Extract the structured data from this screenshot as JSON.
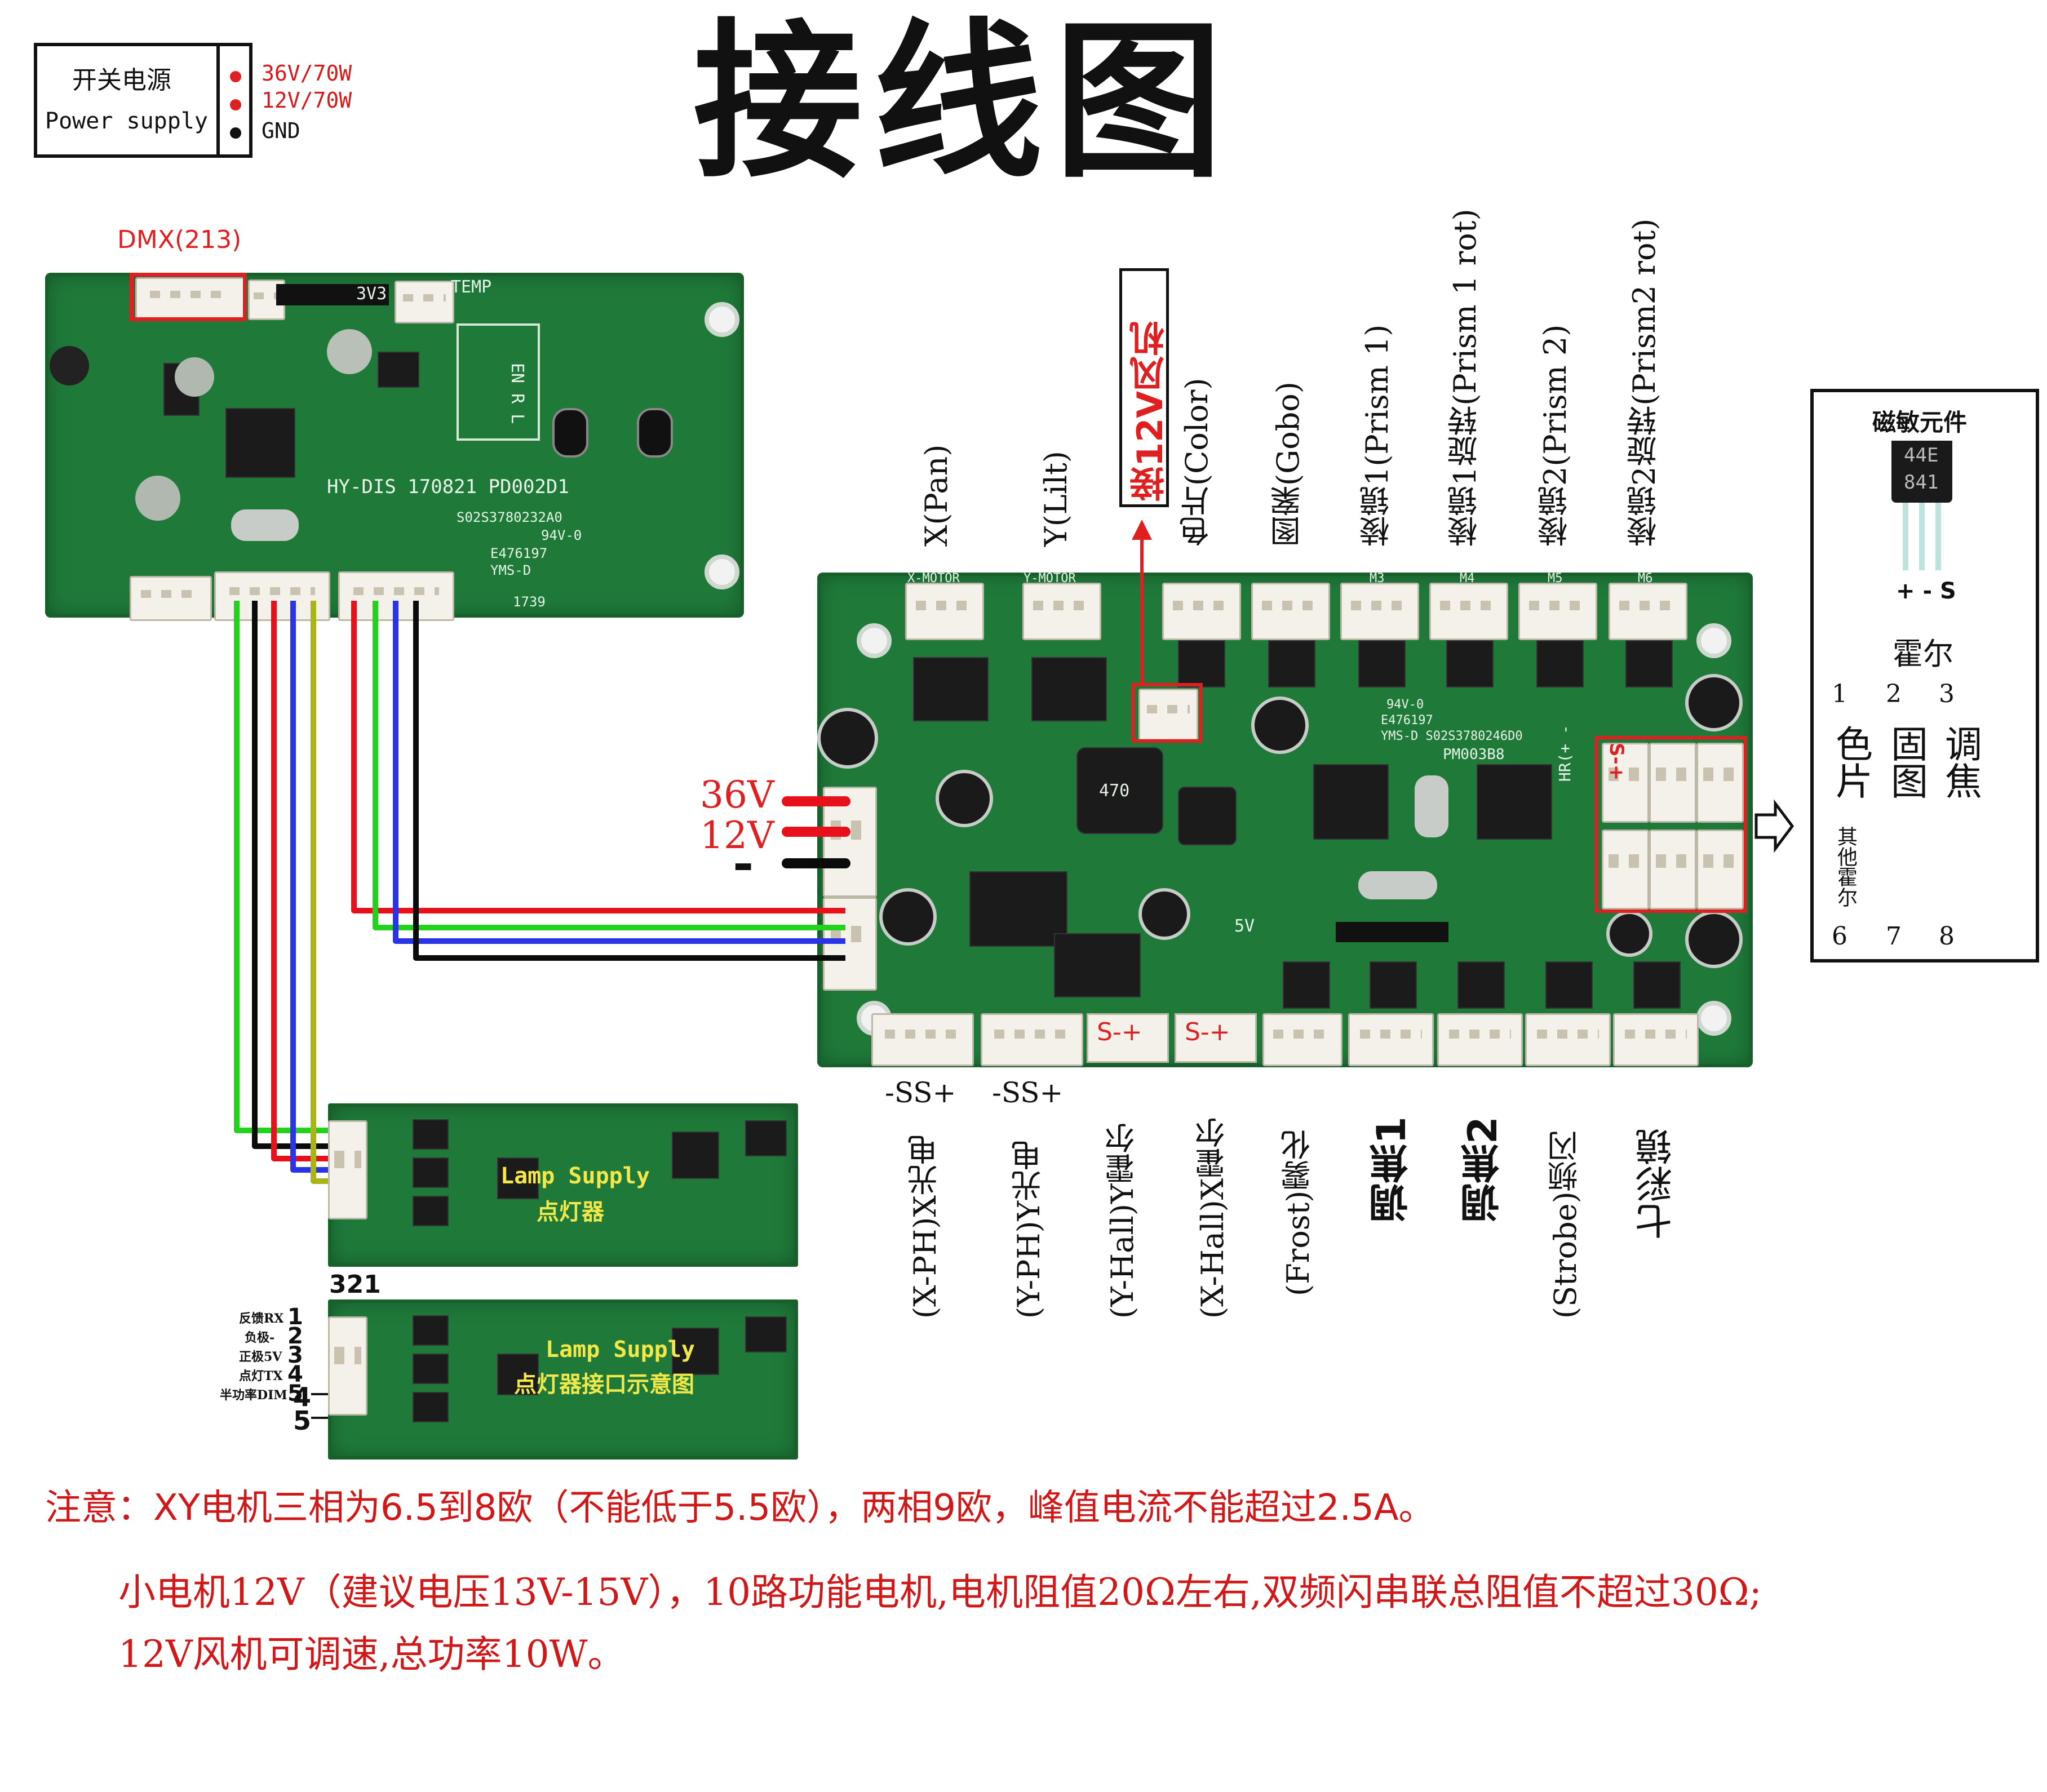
{
  "title": "接线图",
  "power_box": {
    "label_cn": "开关电源",
    "label_en": "Power supply",
    "outputs": [
      "36V/70W",
      "12V/70W",
      "GND"
    ]
  },
  "dmx_label": "DMX(213)",
  "dmx_board": {
    "silkscreen": [
      "HY-DIS 170821 PD002D1",
      "S02S3780232A0",
      "94V-0",
      "E476197",
      "YMS-D",
      "1739",
      "3V3",
      "TEMP",
      "EN R L"
    ]
  },
  "main_board": {
    "silkscreen": [
      "PM003B8",
      "E476197",
      "YMS-D S02S3780246D0",
      "94V-0",
      "470",
      "5V",
      "HR(+ -",
      "X-MOTOR",
      "Y-MOTOR",
      "M3",
      "M4",
      "M5",
      "M6"
    ]
  },
  "fan_label": "接12V风机",
  "top_labels": [
    "X(Pan)",
    "Y(Lilt)",
    "色片(Color)",
    "图案(Gobo)",
    "棱镜1(Prism 1)",
    "棱镜1旋转(Prism 1 rot)",
    "棱镜2(Prism 2)",
    "棱镜2旋转(Prism2 rot)"
  ],
  "bottom_connector_marks": [
    "S-+",
    "S-+"
  ],
  "bottom_labels": [
    "(X-PH)X光电",
    "(Y-PH)Y光电",
    "(Y-Hall)Y霍尔",
    "(X-Hall)X霍尔",
    "(Frost)雾化",
    "调焦1",
    "调焦2",
    "(Strobe)频闪",
    "七彩镜"
  ],
  "ss_labels": [
    "-SS+",
    "-SS+"
  ],
  "voltage_labels": {
    "v36": "36V",
    "v12": "12V",
    "gnd": "-"
  },
  "hall_sensor": {
    "title": "磁敏元件",
    "chip_lines": [
      "44E",
      "841"
    ],
    "pins": "+ - S",
    "hall_label": "霍尔",
    "top_pins": [
      "1",
      "2",
      "3"
    ],
    "bottom_pins": [
      "6",
      "7",
      "8"
    ],
    "column_labels": [
      "色片",
      "固图",
      "调焦"
    ],
    "other_label": "其他霍尔"
  },
  "hall_connector_mark": "S-+",
  "lamp_supply_1": {
    "en": "Lamp Supply",
    "cn": "点灯器"
  },
  "lamp_supply_2": {
    "en": "Lamp Supply",
    "cn": "点灯器接口示意图"
  },
  "lamp_pins_top": "321",
  "lamp_pin_legend": [
    {
      "name": "反馈RX",
      "num": "1"
    },
    {
      "name": "负极-",
      "num": "2"
    },
    {
      "name": "正极5V",
      "num": "3"
    },
    {
      "name": "点灯TX",
      "num": "4"
    },
    {
      "name": "半功率DIM",
      "num": "5"
    }
  ],
  "lamp_side_pins": [
    "4",
    "5"
  ],
  "notes": {
    "line1": "注意：XY电机三相为6.5到8欧（不能低于5.5欧），两相9欧，峰值电流不能超过2.5A。",
    "line2": "小电机12V（建议电压13V-15V），10路功能电机,电机阻值20Ω左右,双频闪串联总阻值不超过30Ω;",
    "line3": "12V风机可调速,总功率10W。"
  },
  "colors": {
    "wire_red": "#e8101a",
    "wire_green": "#22d21c",
    "wire_blue": "#2a33e6",
    "wire_black": "#0b0b0b",
    "wire_olive": "#a8b418",
    "pcb_green": "#1f7a3a",
    "note_red": "#d01818",
    "highlight_red": "#e02020"
  }
}
